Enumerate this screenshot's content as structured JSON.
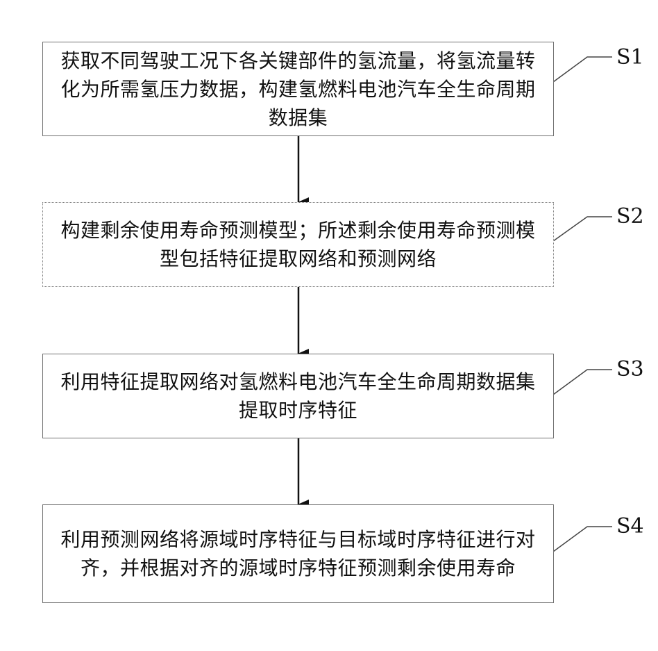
{
  "steps": [
    {
      "id": "S1",
      "label": "S1",
      "text": "获取不同驾驶工况下各关键部件的氢流量，将氢流量转化为所需氢压力数据，构建氢燃料电池汽车全生命周期数据集"
    },
    {
      "id": "S2",
      "label": "S2",
      "text": "构建剩余使用寿命预测模型；所述剩余使用寿命预测模型包括特征提取网络和预测网络"
    },
    {
      "id": "S3",
      "label": "S3",
      "text": "利用特征提取网络对氢燃料电池汽车全生命周期数据集提取时序特征"
    },
    {
      "id": "S4",
      "label": "S4",
      "text": "利用预测网络将源域时序特征与目标域时序特征进行对齐，并根据对齐的源域时序特征预测剩余使用寿命"
    }
  ],
  "colors": {
    "box_border": "#6f6f6f",
    "arrow": "#111111",
    "text": "#111111"
  }
}
